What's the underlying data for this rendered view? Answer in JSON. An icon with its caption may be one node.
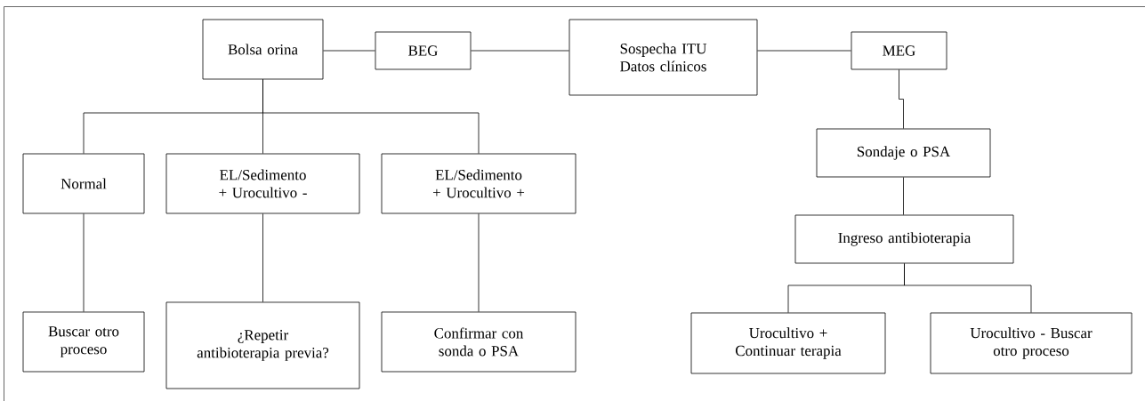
{
  "diagram": {
    "nodes": [
      {
        "text": [
          "Bolsa orina"
        ]
      },
      {
        "text": [
          "BEG"
        ]
      },
      {
        "text": [
          "Sospecha ITU Datos clínicos"
        ]
      },
      {
        "text": [
          "MEG"
        ]
      },
      {
        "text": [
          "Normal"
        ]
      },
      {
        "text": [
          "EL/Sedimento + Urocultivo -"
        ]
      },
      {
        "text": [
          "EL/Sedimento + Urocultivo +"
        ]
      },
      {
        "text": [
          "Buscar otro proceso"
        ]
      },
      {
        "text": [
          "¿Repetir antibioterapia previa?"
        ]
      },
      {
        "text": [
          "Confirmar con sonda o PSA"
        ]
      },
      {
        "text": [
          "Sondaje o PSA"
        ]
      },
      {
        "text": [
          "Ingreso antibioterapia"
        ]
      },
      {
        "text": [
          "Urocultivo + Continuar terapia"
        ]
      },
      {
        "text": [
          "Urocultivo - Buscar otro proceso"
        ]
      }
    ],
    "edges": [
      {
        "from": 1,
        "to": 0,
        "arrow": "none"
      },
      {
        "from": 2,
        "to": 1,
        "arrow": "none"
      },
      {
        "from": 2,
        "to": 3,
        "arrow": "none"
      },
      {
        "from": 0,
        "to": 4,
        "arrow": "none"
      },
      {
        "from": 0,
        "to": 5,
        "arrow": "none"
      },
      {
        "from": 0,
        "to": 6,
        "arrow": "none"
      },
      {
        "from": 4,
        "to": 7,
        "arrow": "none"
      },
      {
        "from": 5,
        "to": 8,
        "arrow": "none"
      },
      {
        "from": 6,
        "to": 9,
        "arrow": "none"
      },
      {
        "from": 3,
        "to": 10,
        "arrow": "none"
      },
      {
        "from": 10,
        "to": 11,
        "arrow": "none"
      },
      {
        "from": 11,
        "to": 12,
        "arrow": "none"
      },
      {
        "from": 11,
        "to": 13,
        "arrow": "none"
      }
    ]
  }
}
